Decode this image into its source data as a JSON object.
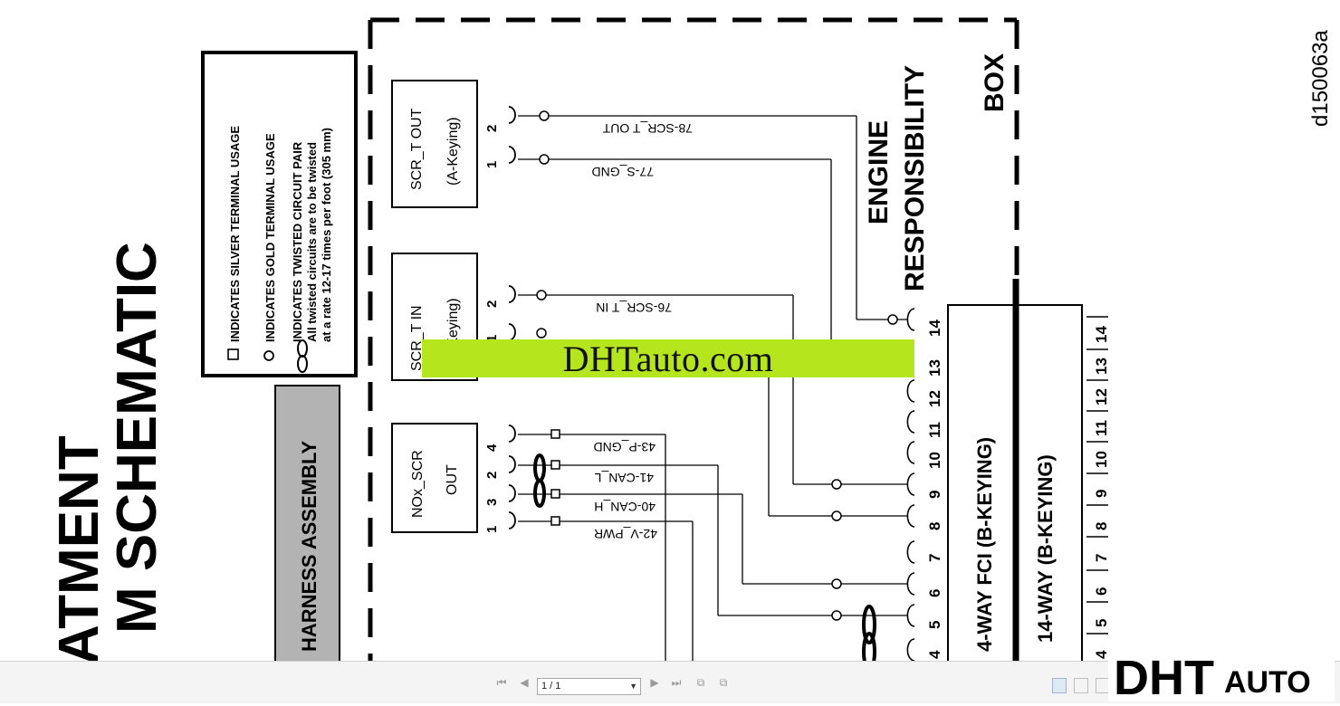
{
  "schematic": {
    "title_lines": [
      "ATMENT",
      "M SCHEMATIC"
    ],
    "drawing_id": "d150063a",
    "legend": {
      "silver": "INDICATES SILVER TERMINAL USAGE",
      "gold": "INDICATES GOLD TERMINAL USAGE",
      "twisted_title": "INDICATES TWISTED CIRCUIT PAIR",
      "twisted_line1": "All twisted circuits are to be twisted",
      "twisted_line2": "at a rate 12-17 times per foot (305 mm)"
    },
    "harness_label": "HARNESS ASSEMBLY",
    "engine_label_1": "ENGINE",
    "engine_label_2": "RESPONSIBILITY",
    "box_label": "BOX",
    "connectors": [
      {
        "name": "SCR_T OUT",
        "keying": "(A-Keying)"
      },
      {
        "name": "SCR_T IN",
        "keying": "(A-Keying)"
      },
      {
        "name": "NOx_SCR",
        "keying": "OUT"
      }
    ],
    "pin_numbers": [
      "2",
      "1",
      "2",
      "1",
      "4",
      "2",
      "3",
      "1"
    ],
    "wires": [
      "78-SCR_T OUT",
      "77-S_GND",
      "76-SCR_T IN",
      "43-P_GND",
      "41-CAN_L",
      "40-CAN_H",
      "42-V_PWR"
    ],
    "fci_label": "4-WAY FCI (B-KEYING)",
    "way14_label": "14-WAY (B-KEYING)",
    "fci_pins": [
      "14",
      "13",
      "12",
      "11",
      "10",
      "9",
      "8",
      "7",
      "6",
      "5",
      "4"
    ],
    "way14_pins": [
      "14",
      "13",
      "12",
      "11",
      "10",
      "9",
      "8",
      "7",
      "6",
      "5",
      "4"
    ]
  },
  "watermark": {
    "text": "DHTauto.com"
  },
  "toolbar": {
    "page_indicator": "1 / 1",
    "first_page_icon": "first-page-icon",
    "prev_page_icon": "previous-page-icon",
    "next_page_icon": "next-page-icon",
    "last_page_icon": "last-page-icon"
  },
  "logo": {
    "letters": "DHT",
    "suffix": "AUTO",
    "accent": "#5a9e2f",
    "dark": "#1c4f8a"
  }
}
